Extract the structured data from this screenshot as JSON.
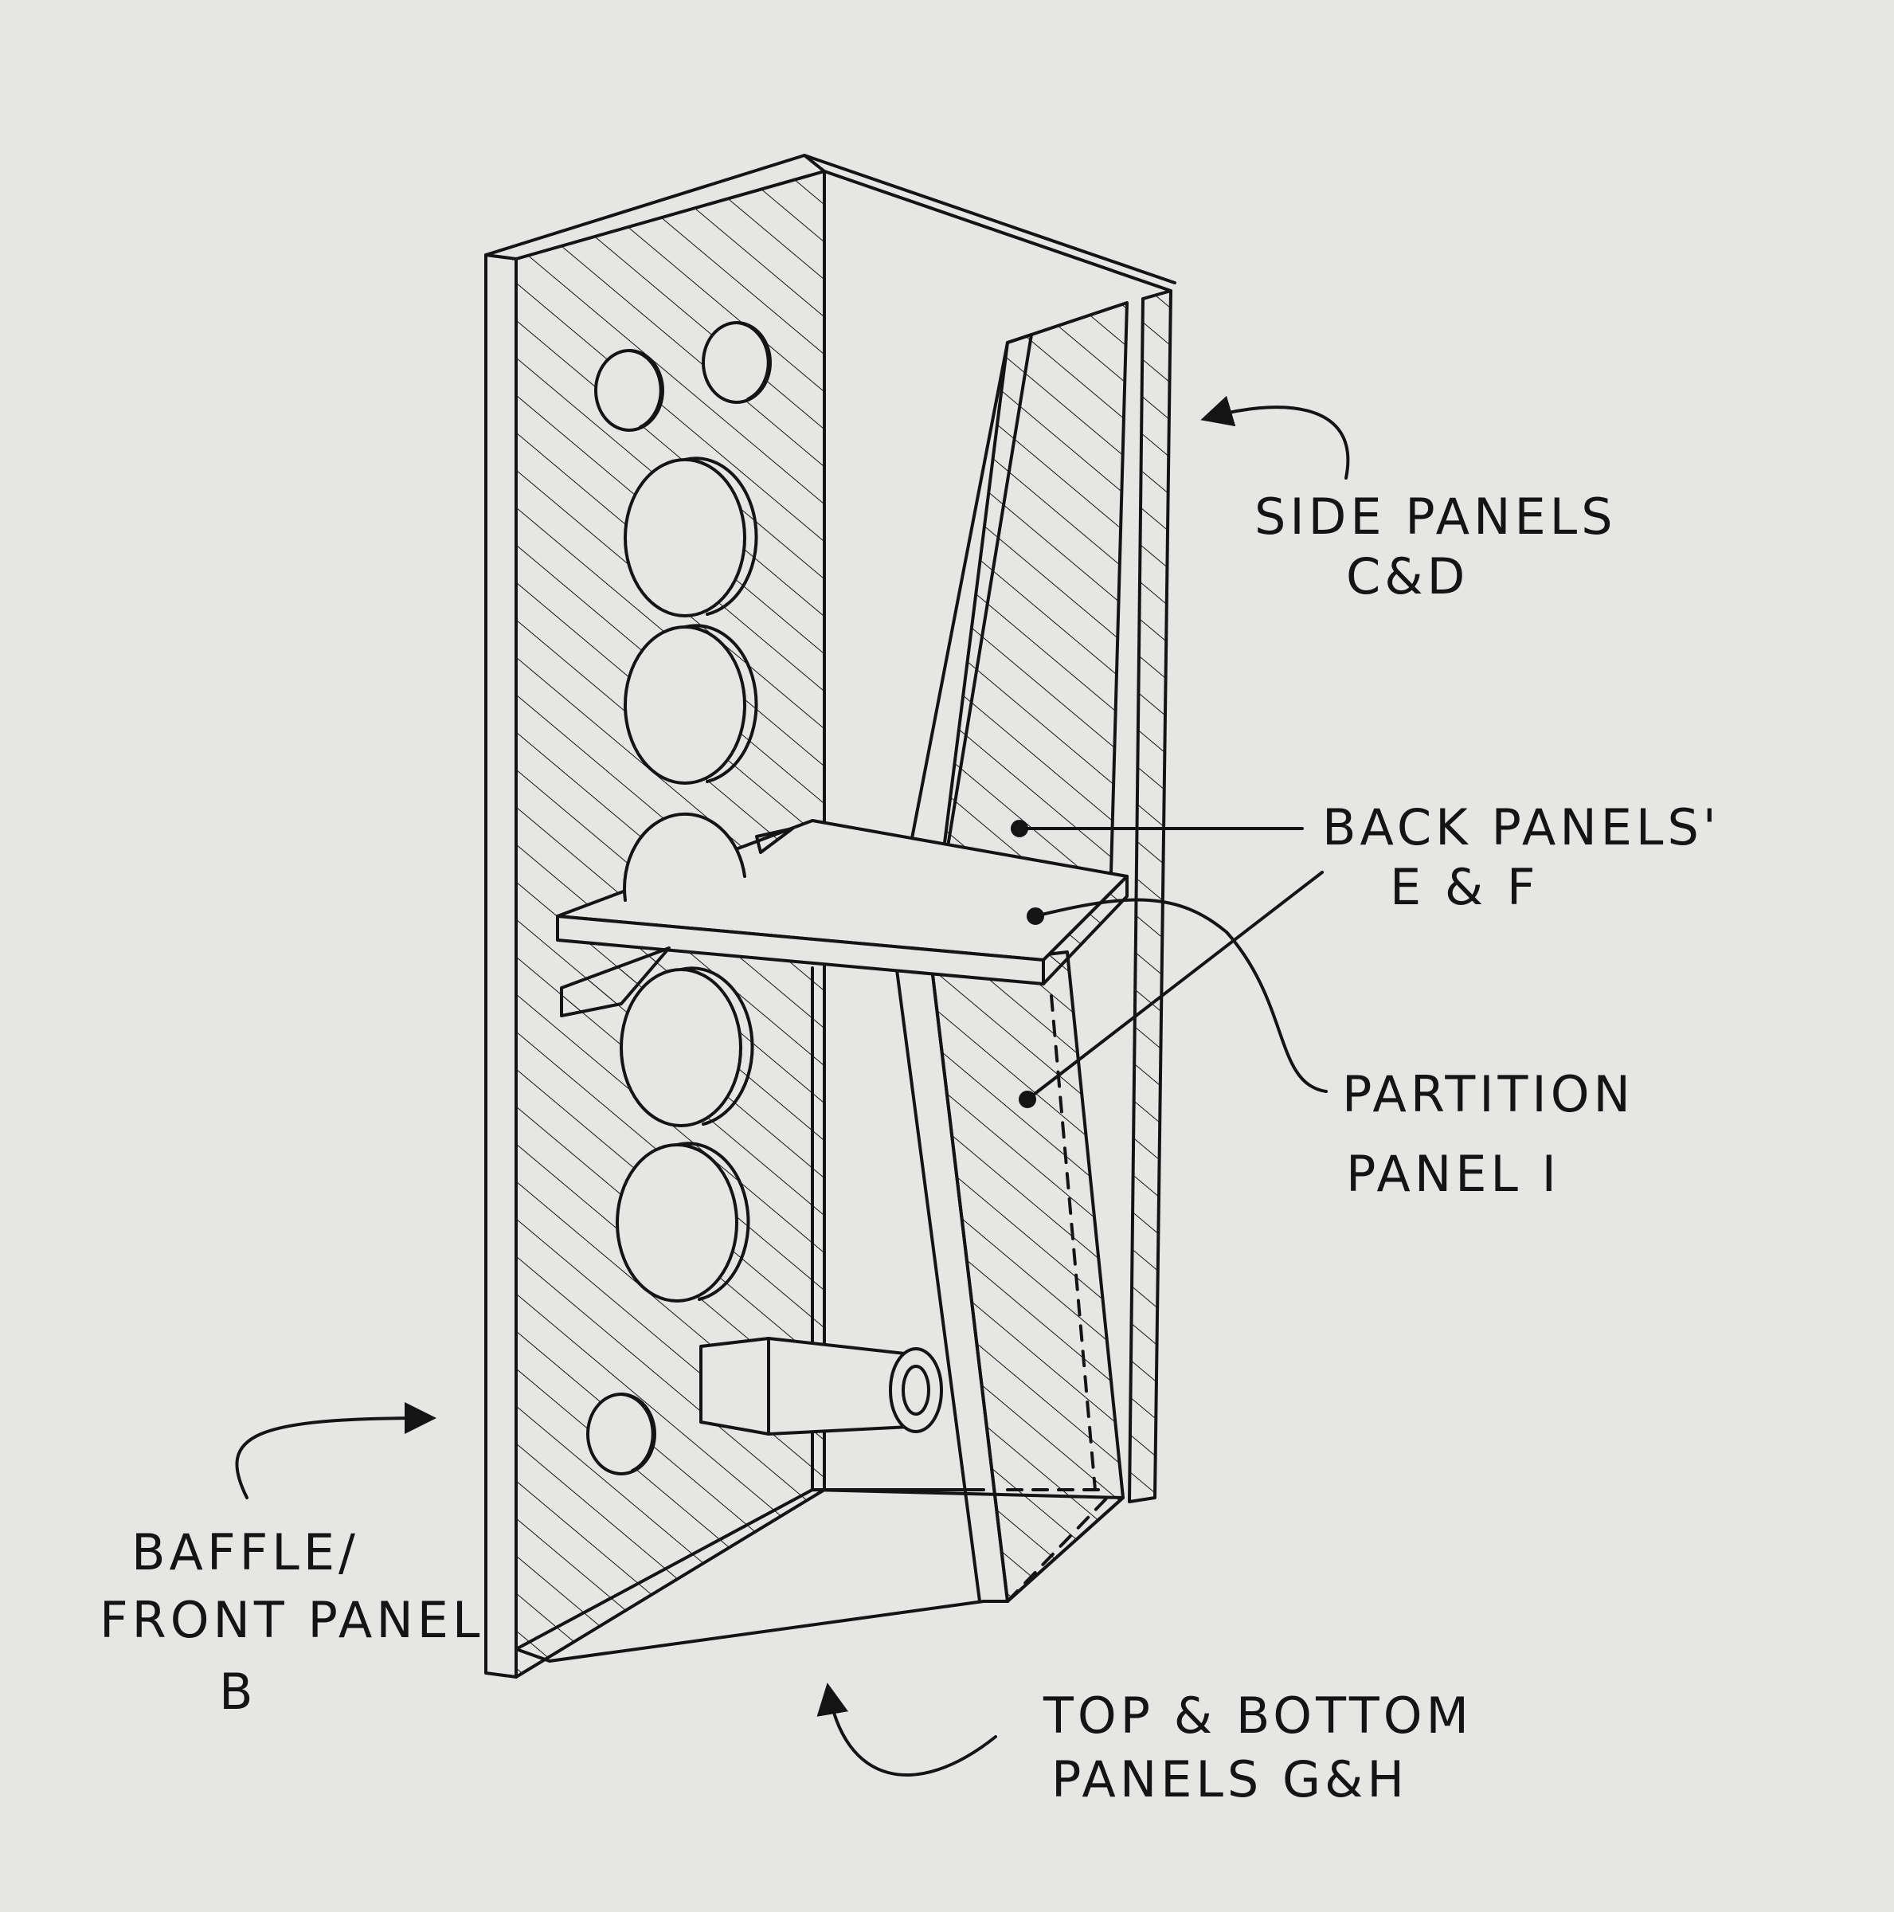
{
  "labels": {
    "side_panels": [
      "SIDE PANELS",
      "C&D"
    ],
    "back_panels": [
      "BACK PANELS'",
      "E & F"
    ],
    "partition_panel": [
      "PARTITION",
      "PANEL I"
    ],
    "baffle": [
      "BAFFLE/",
      "FRONT PANEL",
      "B"
    ],
    "top_bottom": [
      "TOP & BOTTOM",
      "PANELS G&H"
    ]
  },
  "colors": {
    "paper": "#e6e6e4",
    "ink": "#141414"
  }
}
